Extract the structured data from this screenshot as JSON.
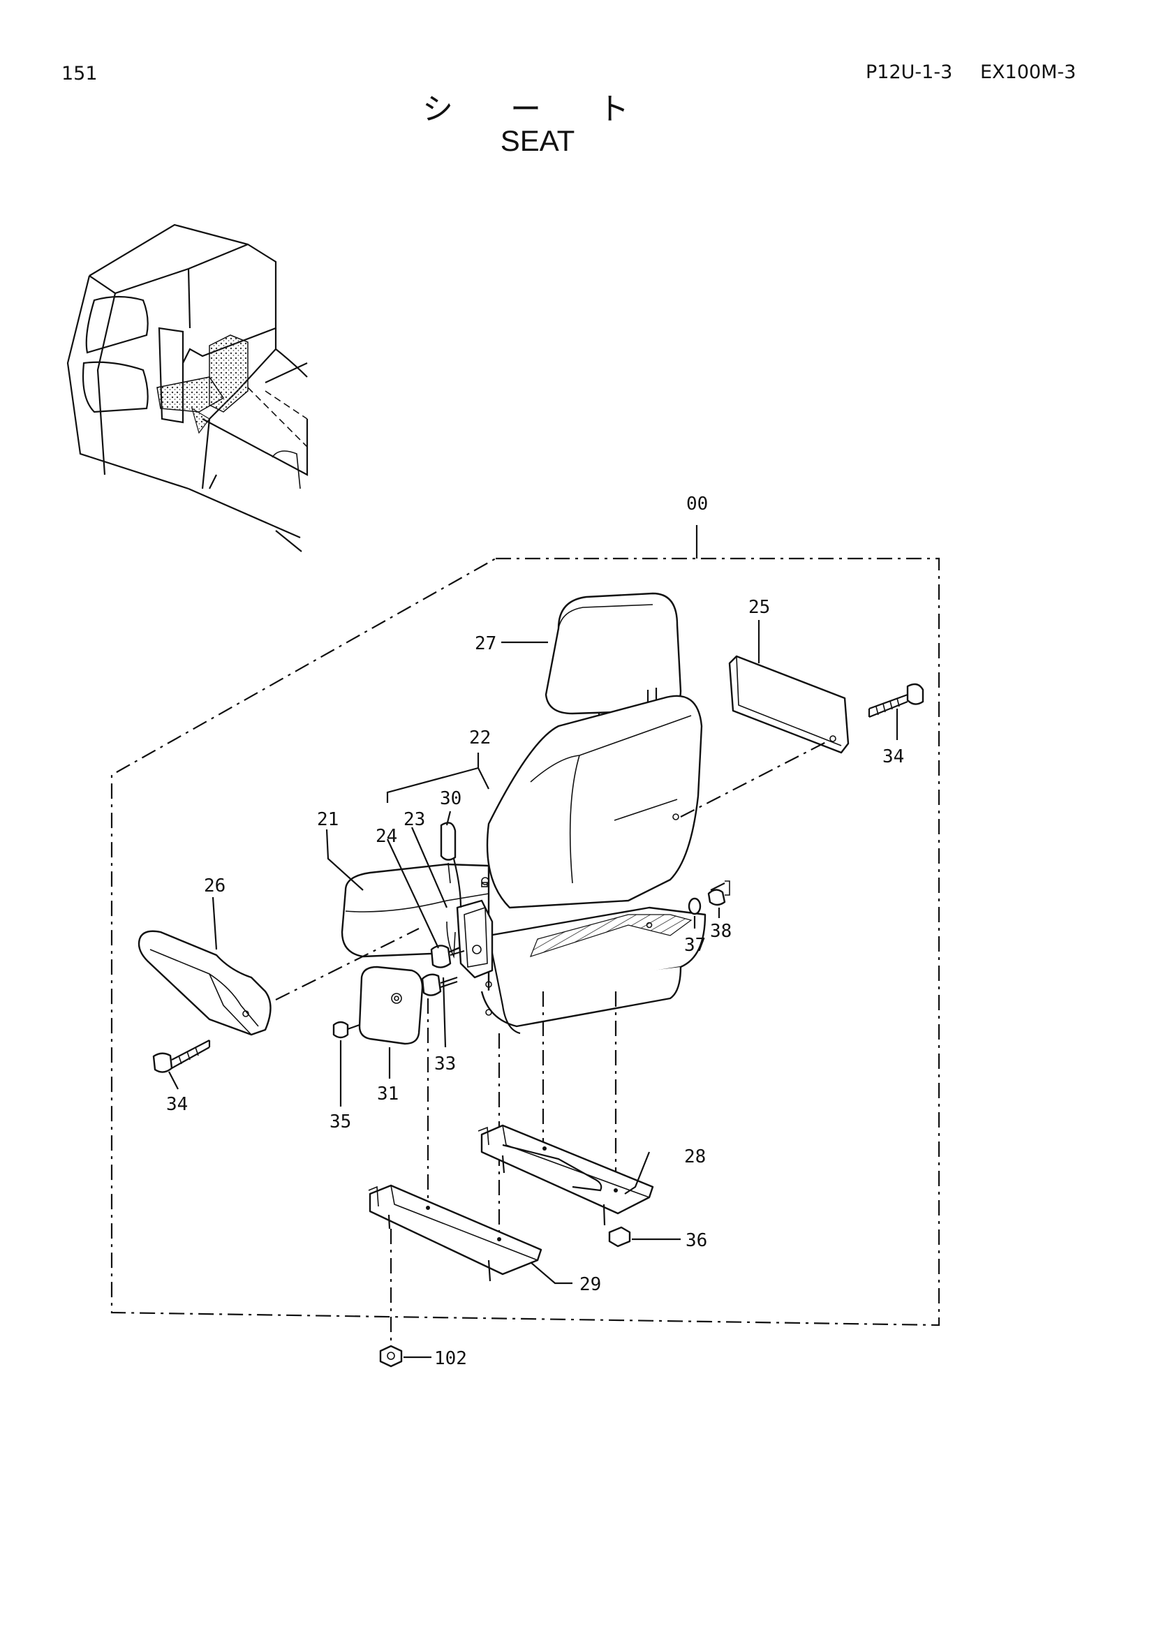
{
  "header": {
    "page_number": "151",
    "catalog_code": "P12U-1-3",
    "model": "EX100M-3"
  },
  "title": {
    "japanese": "シ ー ト",
    "english": "SEAT"
  },
  "callouts": {
    "c00": "00",
    "c21": "21",
    "c22": "22",
    "c23": "23",
    "c24": "24",
    "c25": "25",
    "c26": "26",
    "c27": "27",
    "c28": "28",
    "c29": "29",
    "c30": "30",
    "c31": "31",
    "c33": "33",
    "c34a": "34",
    "c34b": "34",
    "c35": "35",
    "c36": "36",
    "c37": "37",
    "c38": "38",
    "c102": "102"
  }
}
